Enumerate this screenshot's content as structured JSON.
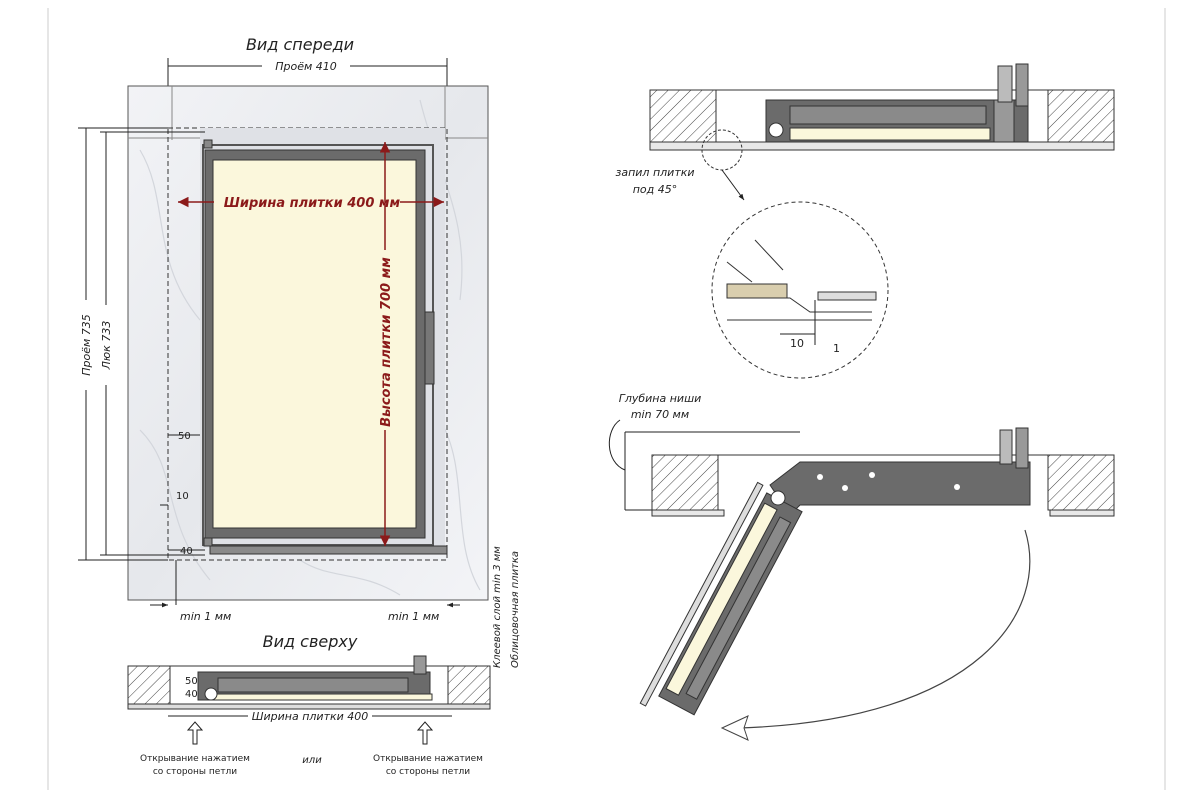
{
  "front_view": {
    "title": "Вид спереди",
    "opening_width": "Проём 410",
    "opening_height": "Проём 735",
    "hatch_height": "Люк 733",
    "tile_width": "Ширина плитки 400 мм",
    "tile_height": "Высота плитки 700 мм",
    "dim_50": "50",
    "dim_10": "10",
    "dim_40": "40",
    "min_gap_left": "min 1 мм",
    "min_gap_right": "min 1 мм",
    "adhesive_layer": "Клеевой слой min 3 мм",
    "facing_tile": "Облицовочная плитка"
  },
  "top_view": {
    "title": "Вид сверху",
    "dim_50": "50",
    "dim_40": "40",
    "tile_width": "Ширина плитки 400",
    "open_hinge_left_line1": "Открывание нажатием",
    "open_hinge_left_line2": "со стороны петли",
    "or": "или",
    "open_hinge_right_line1": "Открывание нажатием",
    "open_hinge_right_line2": "со стороны петли"
  },
  "section_view": {
    "cut_label_line1": "запил плитки",
    "cut_label_line2": "под 45°",
    "detail_dim_10": "10",
    "detail_dim_1": "1"
  },
  "open_view": {
    "niche_depth_line1": "Глубина ниши",
    "niche_depth_line2": "min 70 мм"
  },
  "colors": {
    "frame": "#6b6b6b",
    "tile_fill": "#fbf7dc",
    "dim_red": "#8b1a1a",
    "marble": "#eef0f3"
  }
}
